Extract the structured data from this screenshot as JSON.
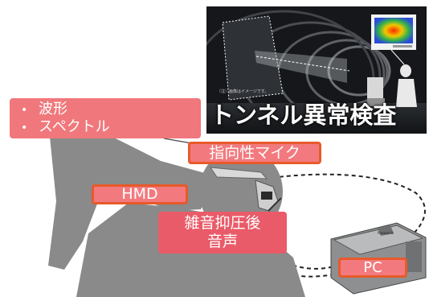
{
  "tunnel_photo": {
    "title": "トンネル異常検査",
    "caption": "（注）画像はイメージです。"
  },
  "waveform_box": {
    "bullet": "•",
    "items": [
      "波形",
      "スペクトル"
    ]
  },
  "mic_label": "指向性マイク",
  "hmd_label": "HMD",
  "noise_label_line1": "雑音抑圧後",
  "noise_label_line2": "音声",
  "pc_label": "PC",
  "laptop_brand": "Panasonic",
  "colors": {
    "callout_fill": "#f27a7e",
    "callout_border": "#e85a2a",
    "noise_fill": "#ea5b69",
    "silhouette": "#8a8a8a",
    "tunnel_bg": "#1a1c1f"
  }
}
